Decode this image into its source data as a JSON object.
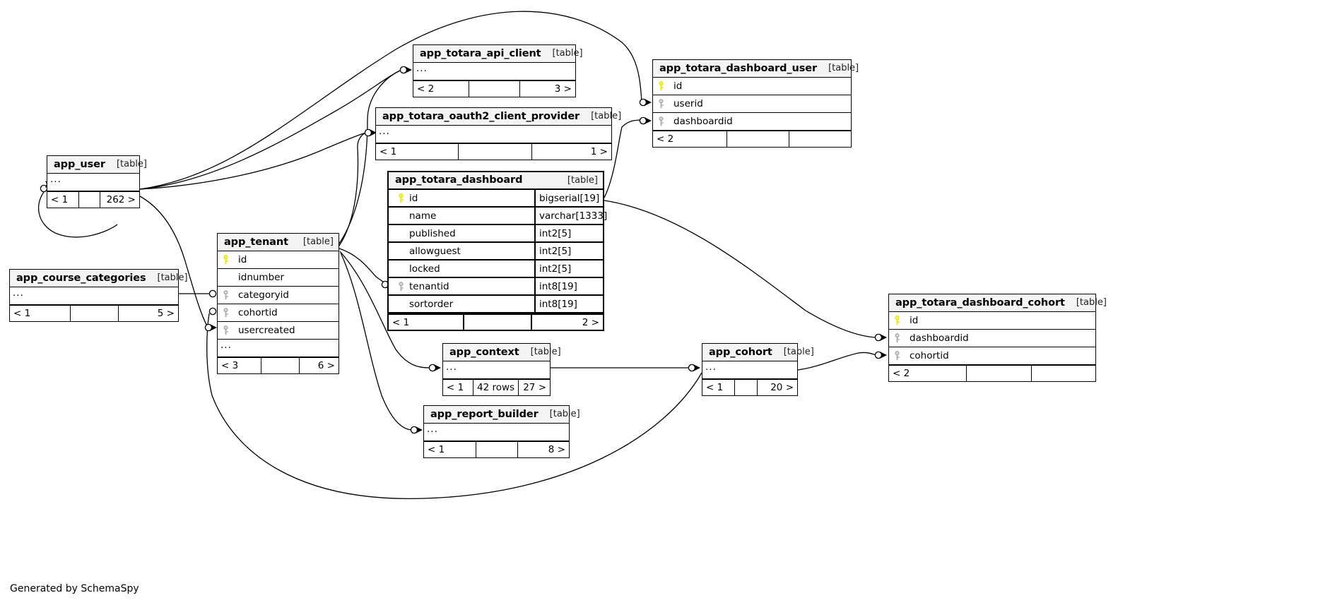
{
  "diagram": {
    "title": "SchemaSpy relationships diagram",
    "footer_note": "Generated by SchemaSpy",
    "table_kind_label": "[table]",
    "ellipsis": "...",
    "colors": {
      "primary_key": "#e8e800",
      "foreign_key": "#b0b0b0",
      "header_bg": "#f4f4f4",
      "border": "#000000",
      "background": "#ffffff"
    }
  },
  "tables": [
    {
      "id": "app_totara_api_client",
      "name": "app_totara_api_client",
      "kind": "[table]",
      "collapsed": true,
      "columns": [],
      "footer": {
        "left": "< 2",
        "mid": "",
        "right": "3 >"
      }
    },
    {
      "id": "app_totara_dashboard_user",
      "name": "app_totara_dashboard_user",
      "kind": "[table]",
      "collapsed": false,
      "columns": [
        {
          "name": "id",
          "key": "primary",
          "type": ""
        },
        {
          "name": "userid",
          "key": "foreign",
          "type": ""
        },
        {
          "name": "dashboardid",
          "key": "foreign",
          "type": ""
        }
      ],
      "footer": {
        "left": "< 2",
        "mid": "",
        "right": ""
      }
    },
    {
      "id": "app_totara_oauth2_client_provider",
      "name": "app_totara_oauth2_client_provider",
      "kind": "[table]",
      "collapsed": true,
      "columns": [],
      "footer": {
        "left": "< 1",
        "mid": "",
        "right": "1 >"
      }
    },
    {
      "id": "app_user",
      "name": "app_user",
      "kind": "[table]",
      "collapsed": true,
      "columns": [],
      "footer": {
        "left": "< 1",
        "mid": "",
        "right": "262 >"
      }
    },
    {
      "id": "app_totara_dashboard",
      "name": "app_totara_dashboard",
      "kind": "[table]",
      "collapsed": false,
      "columns": [
        {
          "name": "id",
          "key": "primary",
          "type": "bigserial[19]"
        },
        {
          "name": "name",
          "key": "none",
          "type": "varchar[1333]"
        },
        {
          "name": "published",
          "key": "none",
          "type": "int2[5]"
        },
        {
          "name": "allowguest",
          "key": "none",
          "type": "int2[5]"
        },
        {
          "name": "locked",
          "key": "none",
          "type": "int2[5]"
        },
        {
          "name": "tenantid",
          "key": "foreign",
          "type": "int8[19]"
        },
        {
          "name": "sortorder",
          "key": "none",
          "type": "int8[19]"
        }
      ],
      "footer": {
        "left": "< 1",
        "mid": "",
        "right": "2 >"
      }
    },
    {
      "id": "app_tenant",
      "name": "app_tenant",
      "kind": "[table]",
      "collapsed": false,
      "columns": [
        {
          "name": "id",
          "key": "primary",
          "type": ""
        },
        {
          "name": "idnumber",
          "key": "none",
          "type": ""
        },
        {
          "name": "categoryid",
          "key": "foreign",
          "type": ""
        },
        {
          "name": "cohortid",
          "key": "foreign",
          "type": ""
        },
        {
          "name": "usercreated",
          "key": "foreign",
          "type": ""
        }
      ],
      "has_more_row": true,
      "footer": {
        "left": "< 3",
        "mid": "",
        "right": "6 >"
      }
    },
    {
      "id": "app_course_categories",
      "name": "app_course_categories",
      "kind": "[table]",
      "collapsed": true,
      "columns": [],
      "footer": {
        "left": "< 1",
        "mid": "",
        "right": "5 >"
      }
    },
    {
      "id": "app_context",
      "name": "app_context",
      "kind": "[table]",
      "collapsed": true,
      "columns": [],
      "footer": {
        "left": "< 1",
        "mid": "42 rows",
        "right": "27 >"
      }
    },
    {
      "id": "app_cohort",
      "name": "app_cohort",
      "kind": "[table]",
      "collapsed": true,
      "columns": [],
      "footer": {
        "left": "< 1",
        "mid": "",
        "right": "20 >"
      }
    },
    {
      "id": "app_report_builder",
      "name": "app_report_builder",
      "kind": "[table]",
      "collapsed": true,
      "columns": [],
      "footer": {
        "left": "< 1",
        "mid": "",
        "right": "8 >"
      }
    },
    {
      "id": "app_totara_dashboard_cohort",
      "name": "app_totara_dashboard_cohort",
      "kind": "[table]",
      "collapsed": false,
      "columns": [
        {
          "name": "id",
          "key": "primary",
          "type": ""
        },
        {
          "name": "dashboardid",
          "key": "foreign",
          "type": ""
        },
        {
          "name": "cohortid",
          "key": "foreign",
          "type": ""
        }
      ],
      "footer": {
        "left": "< 2",
        "mid": "",
        "right": ""
      }
    }
  ],
  "relationships": [
    {
      "from": "app_user",
      "to": "app_totara_api_client"
    },
    {
      "from": "app_user",
      "to": "app_totara_dashboard_user"
    },
    {
      "from": "app_user",
      "to": "app_totara_oauth2_client_provider"
    },
    {
      "from": "app_user",
      "to": "app_tenant"
    },
    {
      "from": "app_user",
      "to": "app_user"
    },
    {
      "from": "app_totara_dashboard",
      "to": "app_totara_dashboard_user"
    },
    {
      "from": "app_totara_dashboard",
      "to": "app_totara_dashboard_cohort"
    },
    {
      "from": "app_tenant",
      "to": "app_totara_dashboard"
    },
    {
      "from": "app_tenant",
      "to": "app_context"
    },
    {
      "from": "app_tenant",
      "to": "app_report_builder"
    },
    {
      "from": "app_tenant",
      "to": "app_totara_api_client"
    },
    {
      "from": "app_tenant",
      "to": "app_totara_oauth2_client_provider"
    },
    {
      "from": "app_course_categories",
      "to": "app_tenant"
    },
    {
      "from": "app_cohort",
      "to": "app_tenant"
    },
    {
      "from": "app_cohort",
      "to": "app_totara_dashboard_cohort"
    },
    {
      "from": "app_context",
      "to": "app_cohort"
    }
  ]
}
